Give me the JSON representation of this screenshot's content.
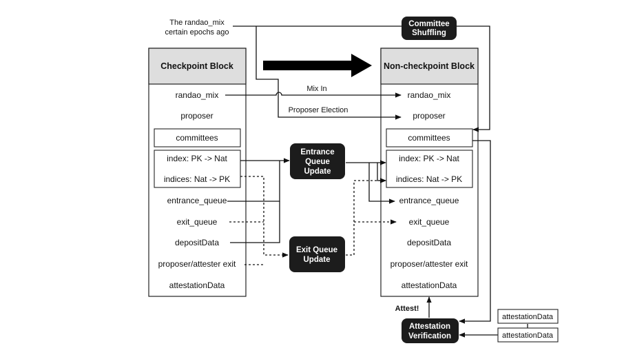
{
  "diagram": {
    "note_top": [
      "The randao_mix",
      "certain epochs ago"
    ],
    "committee_shuffling": [
      "Committee",
      "Shuffling"
    ],
    "left_block": {
      "title": "Checkpoint Block",
      "fields": [
        "randao_mix",
        "proposer",
        "committees",
        "index: PK -> Nat",
        "indices: Nat -> PK",
        "entrance_queue",
        "exit_queue",
        "depositData",
        "proposer/attester exit",
        "attestationData"
      ]
    },
    "right_block": {
      "title": "Non-checkpoint Block",
      "fields": [
        "randao_mix",
        "proposer",
        "committees",
        "index: PK -> Nat",
        "indices: Nat -> PK",
        "entrance_queue",
        "exit_queue",
        "depositData",
        "proposer/attester exit",
        "attestationData"
      ]
    },
    "edge_labels": {
      "mix_in": "Mix In",
      "proposer_election": "Proposer Election",
      "attest": "Attest!"
    },
    "entrance_queue_update": [
      "Entrance",
      "Queue",
      "Update"
    ],
    "exit_queue_update": [
      "Exit Queue",
      "Update"
    ],
    "attestation_verification": [
      "Attestation",
      "Verification"
    ],
    "inputs": [
      "attestationData",
      "attestationData"
    ]
  }
}
